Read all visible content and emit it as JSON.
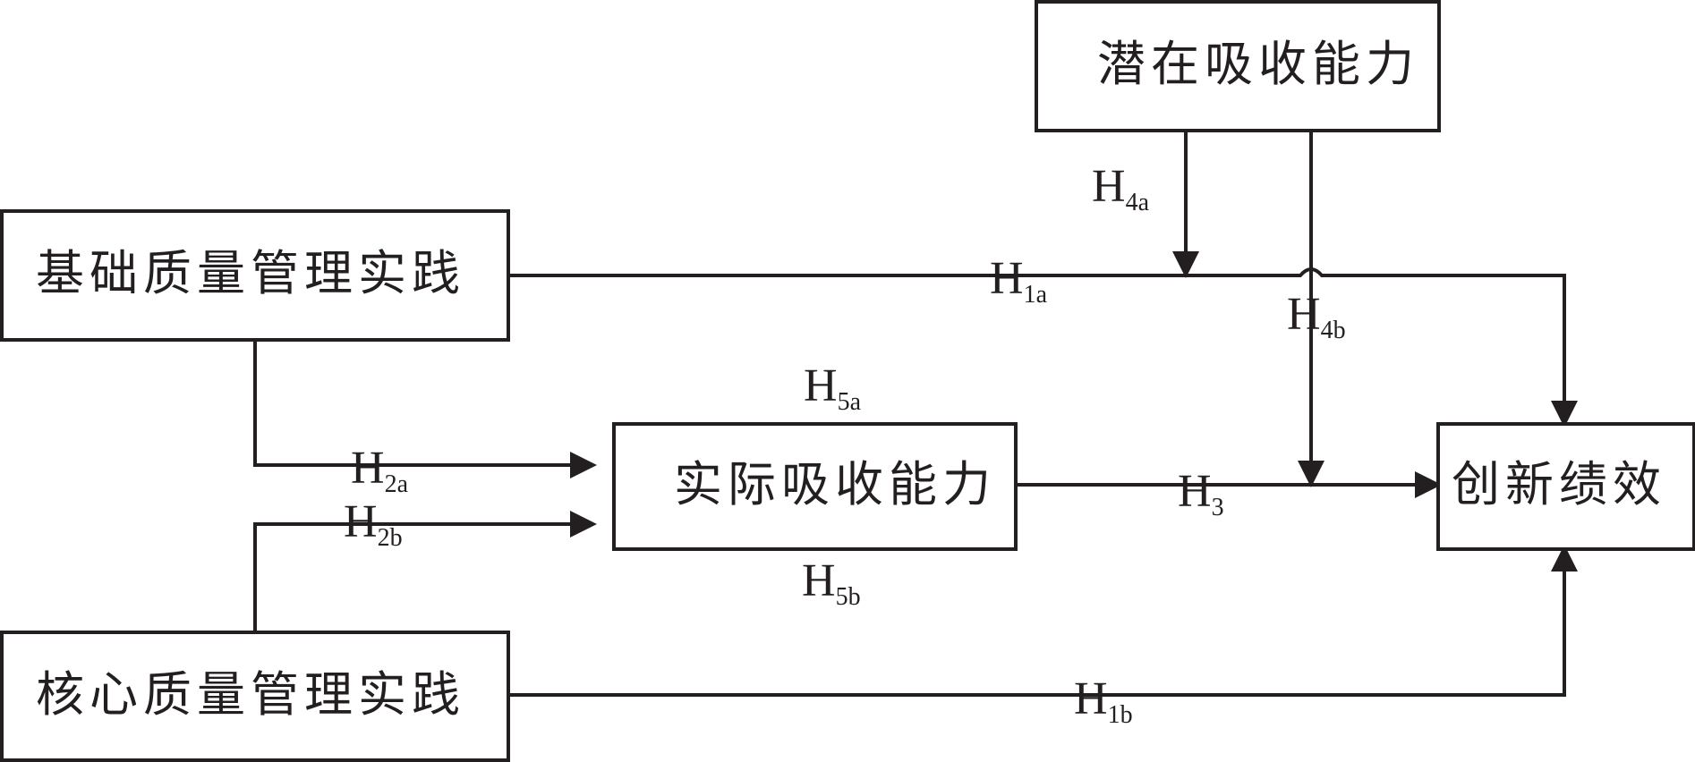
{
  "nodes": {
    "potential": "潜在吸收能力",
    "basic": "基础质量管理实践",
    "realized": "实际吸收能力",
    "innovation": "创新绩效",
    "core": "核心质量管理实践"
  },
  "hypotheses": {
    "h1a": {
      "main": "H",
      "sub": "1a"
    },
    "h1b": {
      "main": "H",
      "sub": "1b"
    },
    "h2a": {
      "main": "H",
      "sub": "2a"
    },
    "h2b": {
      "main": "H",
      "sub": "2b"
    },
    "h3": {
      "main": "H",
      "sub": "3"
    },
    "h4a": {
      "main": "H",
      "sub": "4a"
    },
    "h4b": {
      "main": "H",
      "sub": "4b"
    },
    "h5a": {
      "main": "H",
      "sub": "5a"
    },
    "h5b": {
      "main": "H",
      "sub": "5b"
    }
  }
}
